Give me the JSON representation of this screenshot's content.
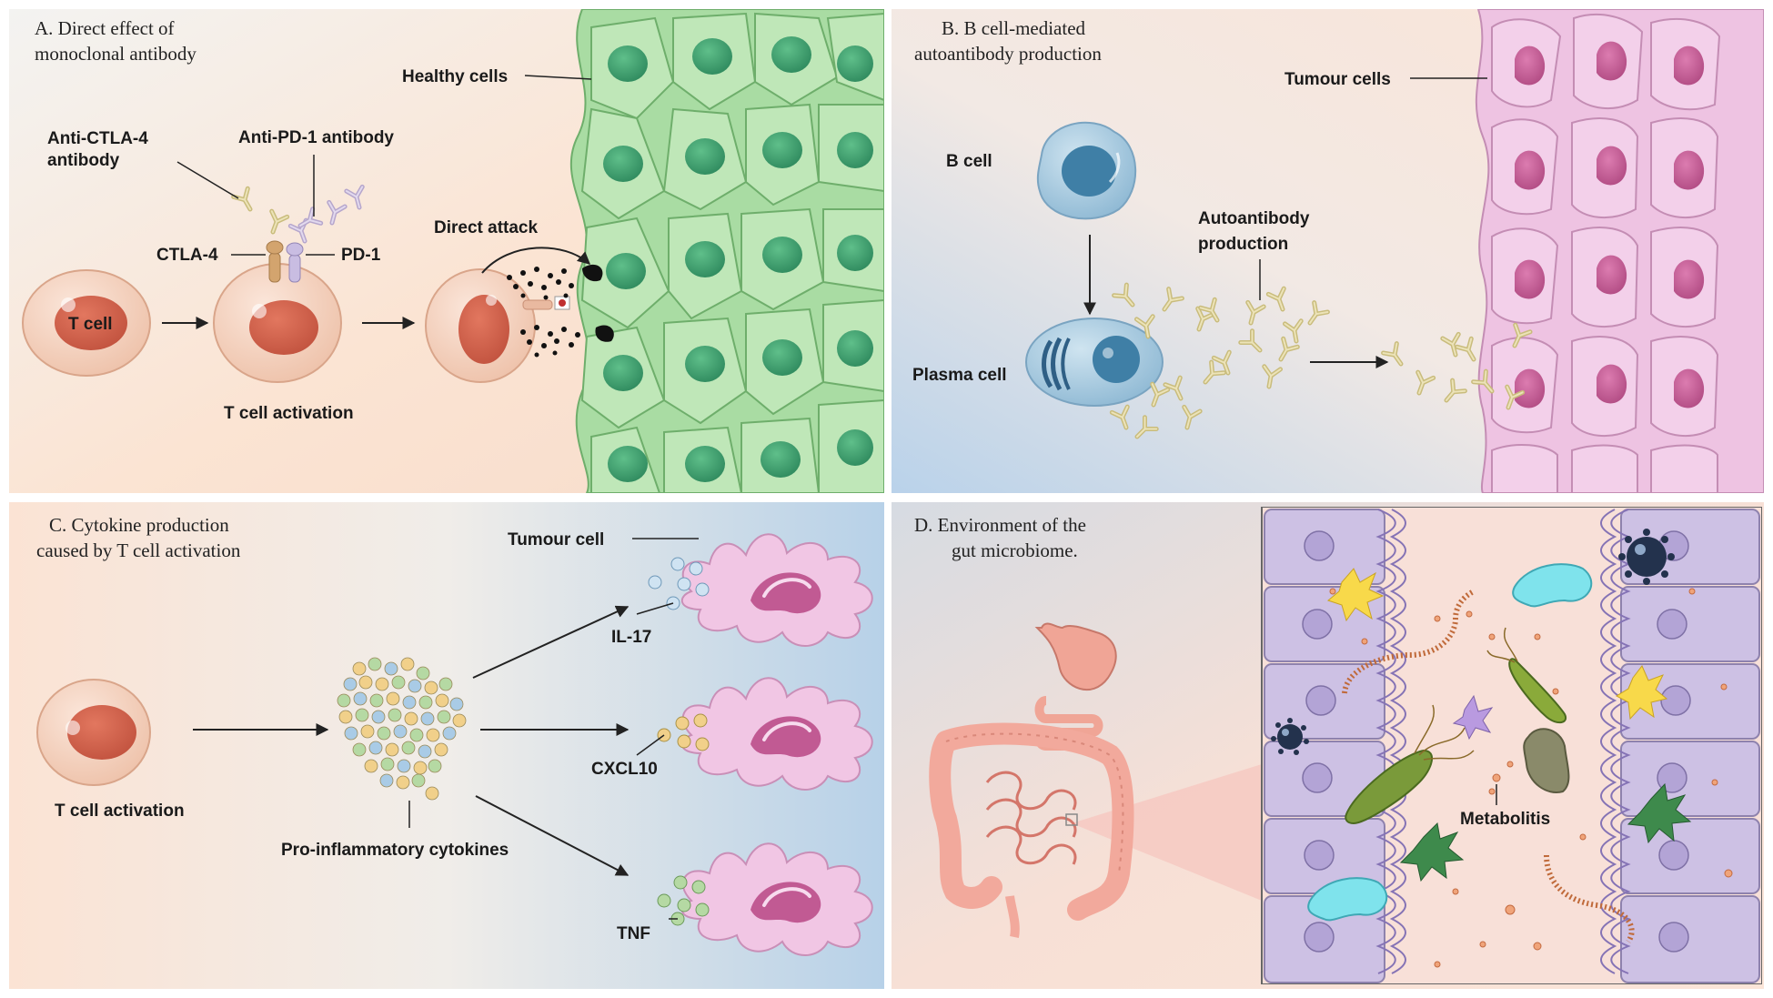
{
  "panels": {
    "a": {
      "title_line1": "A. Direct effect of",
      "title_line2": "monoclonal antibody",
      "healthy_cells": "Healthy cells",
      "anti_ctla4_line1": "Anti-CTLA-4",
      "anti_ctla4_line2": "antibody",
      "anti_pd1": "Anti-PD-1 antibody",
      "ctla4": "CTLA-4",
      "pd1": "PD-1",
      "t_cell": "T cell",
      "direct_attack": "Direct attack",
      "t_cell_activation": "T cell activation"
    },
    "b": {
      "title_line1": "B. B cell-mediated",
      "title_line2": "autoantibody production",
      "tumour_cells": "Tumour cells",
      "b_cell": "B cell",
      "autoantibody_line1": "Autoantibody",
      "autoantibody_line2": "production",
      "plasma_cell": "Plasma cell"
    },
    "c": {
      "title_line1": "C. Cytokine production",
      "title_line2": "caused by T cell activation",
      "tumour_cell": "Tumour cell",
      "il17": "IL-17",
      "cxcl10": "CXCL10",
      "tnf": "TNF",
      "t_cell_activation": "T cell activation",
      "cytokines": "Pro-inflammatory cytokines"
    },
    "d": {
      "title_line1": "D. Environment of the",
      "title_line2": "gut microbiome.",
      "metabolitis": "Metabolitis"
    }
  },
  "colors": {
    "healthy_cell": "#a9dca3",
    "healthy_nucleus": "#3f9a6a",
    "tumour_cell": "#efc3e2",
    "tumour_nucleus": "#c25a93",
    "t_cell": "#f6d6c4",
    "t_nucleus": "#d2604a",
    "b_cell": "#a9cfe4",
    "b_nucleus": "#3f7fa6",
    "antibody": "#d8cc8e"
  }
}
